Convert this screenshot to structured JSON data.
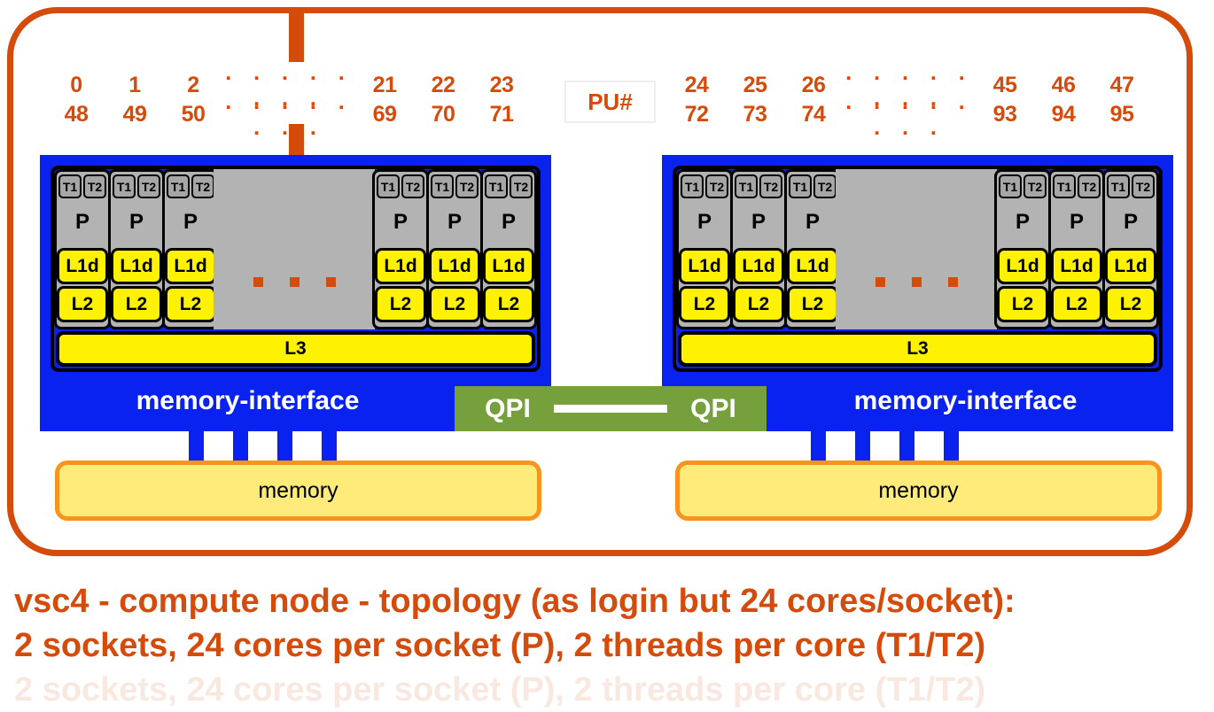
{
  "diagram": {
    "title_lines": [
      "vsc4 - compute node - topology (as login but 24 cores/socket):",
      "2 sockets, 24 cores per socket (P), 2 threads per core (T1/T2)",
      "2 sockets, 24 cores per socket (P), 2 threads per core (T1/T2)"
    ],
    "legend": {
      "pu_label": "PU#"
    },
    "colors": {
      "node_border": "#d44b0b",
      "socket_fill": "#0a22ef",
      "cache_fill": "#fff200",
      "core_fill": "#b3b3b3",
      "thread_fill": "#a6a6a6",
      "qpi_fill": "#76a03c",
      "memory_fill": "#ffeb7a",
      "memory_border": "#f7941e",
      "accent_orange": "#d44b0b"
    },
    "ellipsis_glyph": ". . . . . . . ."
  },
  "sockets": [
    {
      "name": "socket-0",
      "memory_interface_label": "memory-interface",
      "l3_label": "L3",
      "memory_label": "memory",
      "qpi_label": "QPI",
      "pu_rows": [
        {
          "cells": [
            "0",
            "1",
            "2",
            ". . . . . . . .",
            "21",
            "22",
            "23"
          ]
        },
        {
          "cells": [
            "48",
            "49",
            "50",
            ". . . . . . . .",
            "69",
            "70",
            "71"
          ]
        }
      ],
      "cores_left": [
        {
          "threads": [
            "T1",
            "T2"
          ],
          "pu": "P",
          "l1d": "L1d",
          "l2": "L2"
        },
        {
          "threads": [
            "T1",
            "T2"
          ],
          "pu": "P",
          "l1d": "L1d",
          "l2": "L2"
        },
        {
          "threads": [
            "T1",
            "T2"
          ],
          "pu": "P",
          "l1d": "L1d",
          "l2": "L2"
        }
      ],
      "cores_right": [
        {
          "threads": [
            "T1",
            "T2"
          ],
          "pu": "P",
          "l1d": "L1d",
          "l2": "L2"
        },
        {
          "threads": [
            "T1",
            "T2"
          ],
          "pu": "P",
          "l1d": "L1d",
          "l2": "L2"
        },
        {
          "threads": [
            "T1",
            "T2"
          ],
          "pu": "P",
          "l1d": "L1d",
          "l2": "L2"
        }
      ]
    },
    {
      "name": "socket-1",
      "memory_interface_label": "memory-interface",
      "l3_label": "L3",
      "memory_label": "memory",
      "qpi_label": "QPI",
      "pu_rows": [
        {
          "cells": [
            "24",
            "25",
            "26",
            ". . . . . . . .",
            "45",
            "46",
            "47"
          ]
        },
        {
          "cells": [
            "72",
            "73",
            "74",
            ". . . . . . . .",
            "93",
            "94",
            "95"
          ]
        }
      ],
      "cores_left": [
        {
          "threads": [
            "T1",
            "T2"
          ],
          "pu": "P",
          "l1d": "L1d",
          "l2": "L2"
        },
        {
          "threads": [
            "T1",
            "T2"
          ],
          "pu": "P",
          "l1d": "L1d",
          "l2": "L2"
        },
        {
          "threads": [
            "T1",
            "T2"
          ],
          "pu": "P",
          "l1d": "L1d",
          "l2": "L2"
        }
      ],
      "cores_right": [
        {
          "threads": [
            "T1",
            "T2"
          ],
          "pu": "P",
          "l1d": "L1d",
          "l2": "L2"
        },
        {
          "threads": [
            "T1",
            "T2"
          ],
          "pu": "P",
          "l1d": "L1d",
          "l2": "L2"
        },
        {
          "threads": [
            "T1",
            "T2"
          ],
          "pu": "P",
          "l1d": "L1d",
          "l2": "L2"
        }
      ]
    }
  ]
}
